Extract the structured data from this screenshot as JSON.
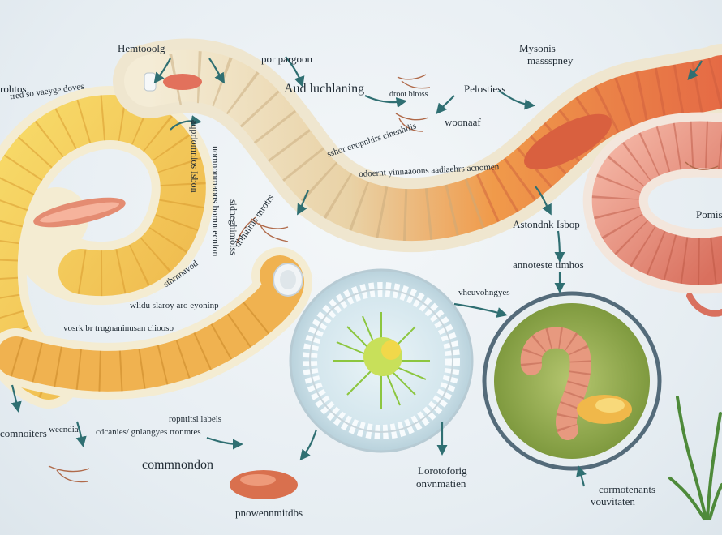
{
  "labels": {
    "hemtoooig": "Hemtooolg",
    "porpargoon": "por pargoon",
    "mysonis": "Mysonis",
    "masspney": "massspney",
    "aud_luchlaning": "Aud luchlaning",
    "droot_biross": "droot biross",
    "pelostiess": "Pelostiess",
    "woonaaf": "woonaaf",
    "rohtos": "rohtos",
    "trned_vaeyge": "tred so vaeyge doves",
    "astonnk": "Astondnk Isbop",
    "annotate": "annoteste timhos",
    "pomis": "Pomis",
    "ymorolingyes": "vheuvohngyes",
    "wider_staroy": "wlidu slaroy aro eyoninp",
    "vosrk": "vosrk br trugnaninusan cliooso",
    "mornioters": "comnoiters",
    "vireenla": "wecndia",
    "cdcanies_mtongyss": "cdcanies/ gnlangyes rtonmtes",
    "ropnttsl_labels": "ropntitsl labels",
    "comnnndon": "commnondon",
    "lorotofog": "Lorotoforig",
    "onvnmatien": "onvnmatien",
    "cormotenis": "cormotenants",
    "pnwntitin": "vouvitaten",
    "pronemntdis": "pnowennmitdbs",
    "vert_a": "aqpriomnios Isbon",
    "vert_b": "uomnonmaons bomntecnion",
    "vert_c": "sidneghimolss",
    "vert_d": "dbhuirns mrotrs",
    "diag_top": "odoernt yinnaaoons aadiaehrs acnomen",
    "diag_mid": "sshor enopnhirs cinenhilis",
    "diag_left": "sthrnnavod"
  },
  "colors": {
    "worm_yellow": "#f2c94c",
    "worm_orange": "#ee7d2f",
    "worm_pink": "#e48c7a",
    "sample_green": "#9fb25a",
    "arrow_teal": "#2f6f72"
  }
}
